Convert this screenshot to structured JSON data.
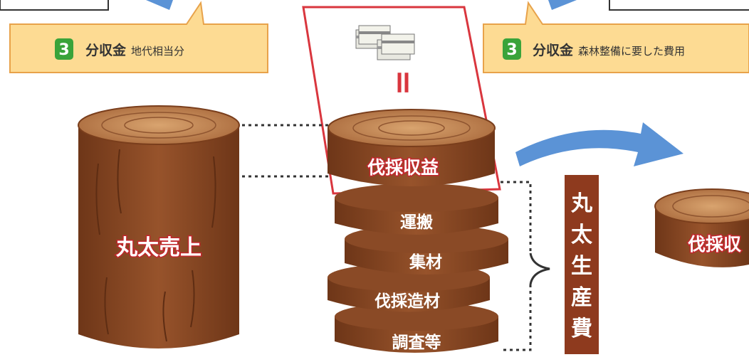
{
  "callouts": [
    {
      "number": "3",
      "term": "分収金",
      "desc": "地代相当分"
    },
    {
      "number": "3",
      "term": "分収金",
      "desc": "森林整備に要した費用"
    }
  ],
  "equals_sign": "=",
  "log_sales_label": "丸太売上",
  "stack_labels": [
    "伐採収益",
    "運搬",
    "集材",
    "伐採造材",
    "調査等"
  ],
  "production_cost_label": "丸太生産費",
  "right_log_label": "伐採収",
  "colors": {
    "callout_bg": "#fddb93",
    "callout_border": "#e8a24a",
    "badge_green": "#3aa33a",
    "wood": "#8a4a26",
    "wood_dark": "#5e2d13",
    "wood_top": "#c98c5a",
    "red_frame": "#d9363e",
    "cost_box": "#8e3a1e",
    "arrow_blue": "#5b93d6"
  },
  "icons": [
    "money-bundle-icon",
    "curved-arrow-icon",
    "brace-icon"
  ]
}
